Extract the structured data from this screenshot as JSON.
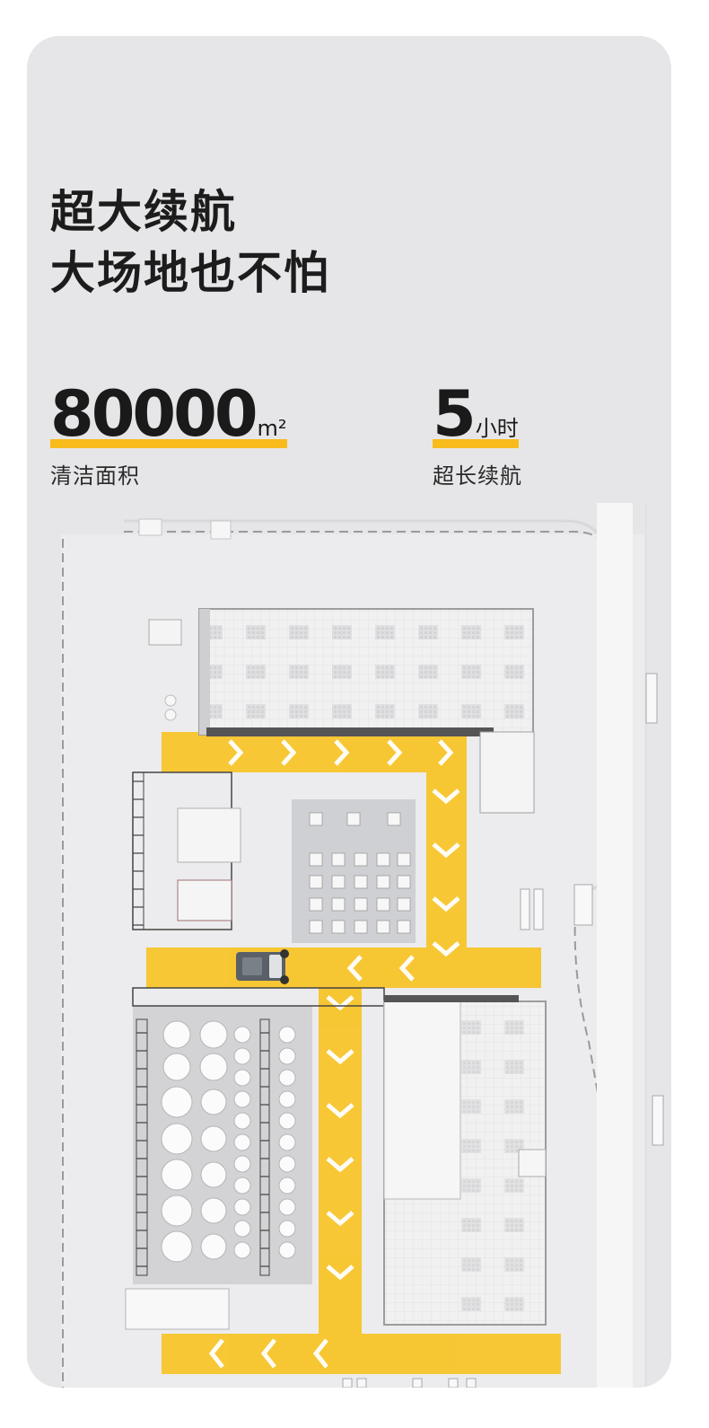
{
  "headline": {
    "line1": "超大续航",
    "line2": "大场地也不怕"
  },
  "stats": [
    {
      "value": "80000",
      "unit": "m²",
      "label": "清洁面积"
    },
    {
      "value": "5",
      "unit": "小时",
      "label": "超长续航"
    }
  ],
  "colors": {
    "accent": "#f8bb1c",
    "background": "#e6e6e8",
    "text": "#1c1c1c"
  }
}
